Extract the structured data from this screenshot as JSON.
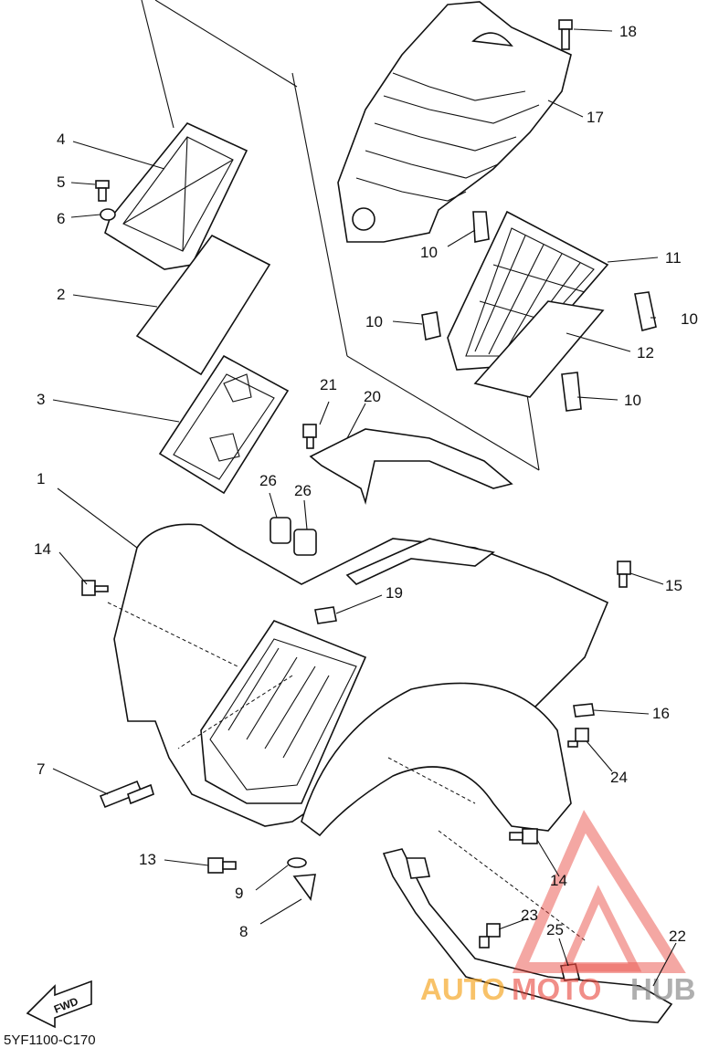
{
  "diagram_code": "5YF1100-C170",
  "fwd_label": "FWD",
  "watermark": {
    "text_left": "AUTO",
    "text_mid": "MOTO",
    "text_right": "HUB",
    "color_orange": "#f5a623",
    "color_red": "#e8443a",
    "color_gray": "#8a8a8a"
  },
  "callouts": [
    "1",
    "2",
    "3",
    "4",
    "5",
    "6",
    "7",
    "8",
    "9",
    "10",
    "10",
    "10",
    "10",
    "11",
    "12",
    "13",
    "14",
    "14",
    "15",
    "16",
    "17",
    "18",
    "19",
    "20",
    "21",
    "22",
    "23",
    "24",
    "25",
    "26",
    "26"
  ]
}
